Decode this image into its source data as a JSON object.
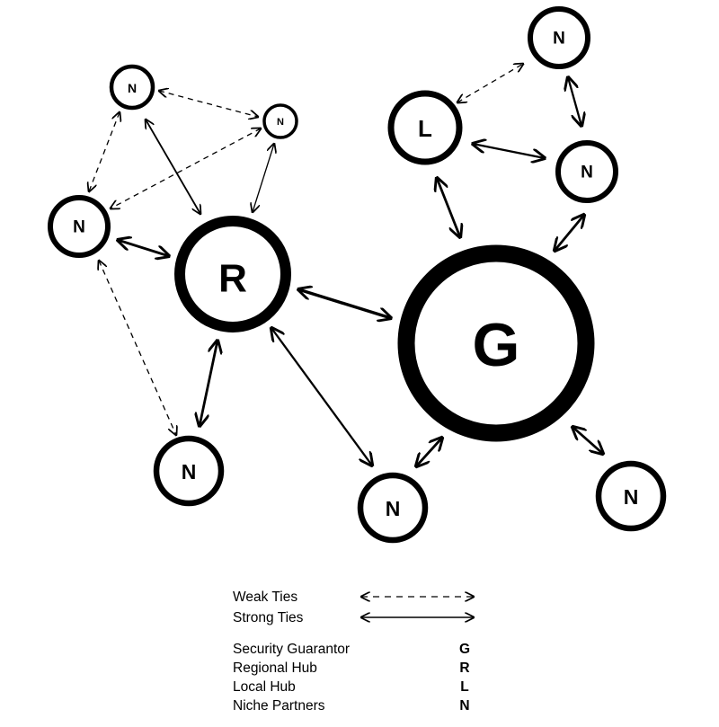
{
  "nodes": {
    "G": "G",
    "R": "R",
    "L": "L",
    "N": "N"
  },
  "legend": {
    "weak_ties": "Weak Ties",
    "strong_ties": "Strong Ties",
    "roles": [
      {
        "name": "Security Guarantor",
        "code": "G"
      },
      {
        "name": "Regional Hub",
        "code": "R"
      },
      {
        "name": "Local Hub",
        "code": "L"
      },
      {
        "name": "Niche Partners",
        "code": "N"
      }
    ]
  },
  "colors": {
    "ink": "#000000",
    "background": "#ffffff"
  }
}
